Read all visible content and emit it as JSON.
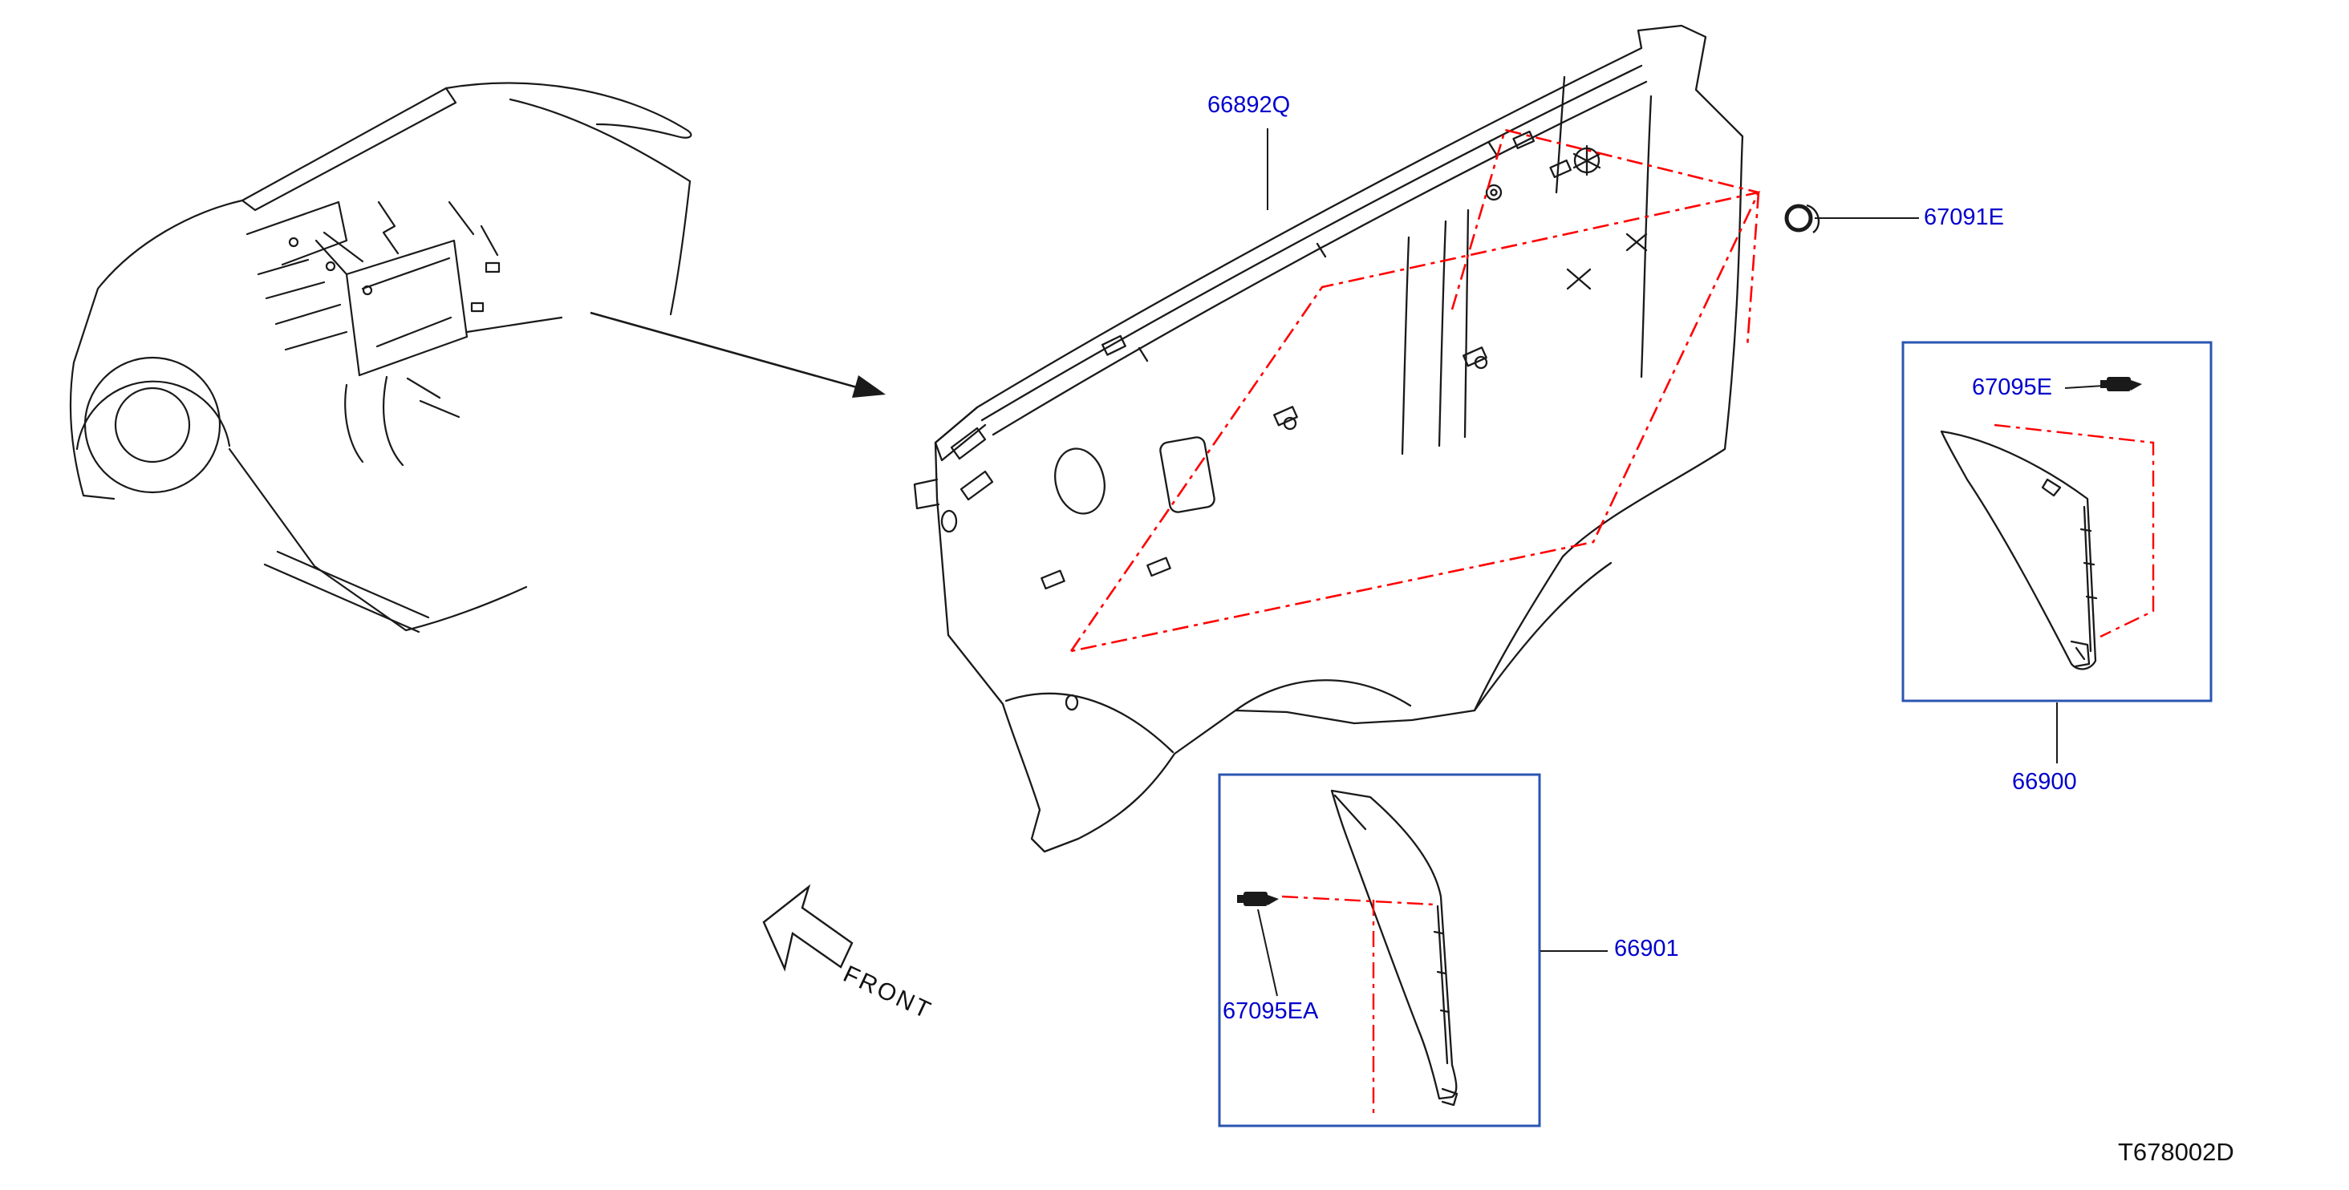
{
  "diagram": {
    "code": "T678002D",
    "front_label": "FRONT"
  },
  "parts": {
    "dash_insulator": {
      "label": "66892Q"
    },
    "grommet": {
      "label": "67091E"
    },
    "clip_upper": {
      "label": "67095E"
    },
    "finisher_upper": {
      "label": "66900"
    },
    "finisher_lower": {
      "label": "66901"
    },
    "clip_lower": {
      "label": "67095EA"
    }
  },
  "colors": {
    "part_label": "#0000cc",
    "callout_box": "#2b55b1",
    "highlight": "#ff0000",
    "line_art": "#1a1a1a",
    "background": "#ffffff"
  }
}
